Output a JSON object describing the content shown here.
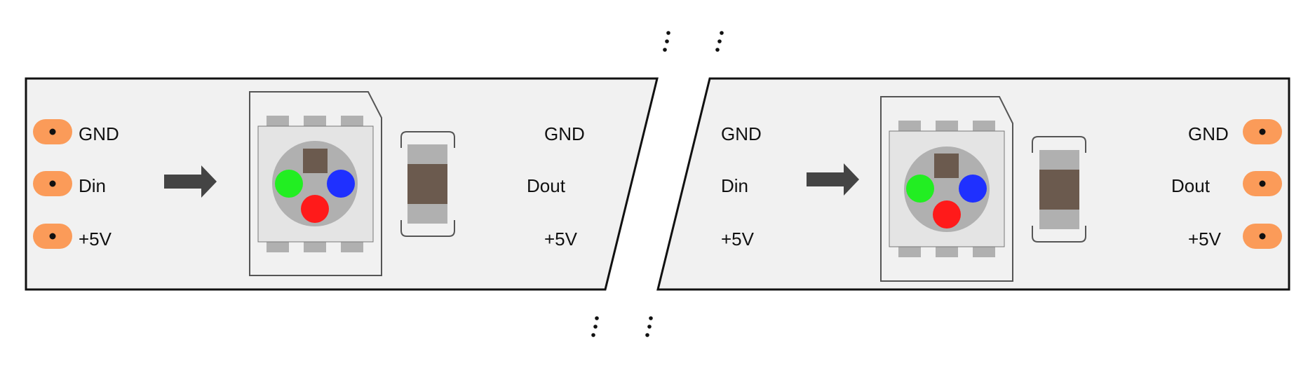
{
  "colors": {
    "strip_fill": "#f1f1f1",
    "strip_stroke": "#111111",
    "pad": "#fb9b59",
    "pad_dot": "#111111",
    "arrow": "#444444",
    "chip_outline": "#555555",
    "chip_body": "#e4e4e4",
    "chip_pin": "#b0b0b0",
    "led_circle": "#b0b0b0",
    "led_square": "#6b5a4e",
    "led_green": "#22ee22",
    "led_blue": "#1f30ff",
    "led_red": "#ff1a1a",
    "resistor_body": "#6b5a4e",
    "resistor_cap": "#b0b0b0"
  },
  "segments": [
    {
      "left_labels": [
        "GND",
        "Din",
        "+5V"
      ],
      "right_labels": [
        "GND",
        "Dout",
        "+5V"
      ],
      "pads_side": "left"
    },
    {
      "left_labels": [
        "GND",
        "Din",
        "+5V"
      ],
      "right_labels": [
        "GND",
        "Dout",
        "+5V"
      ],
      "pads_side": "right"
    }
  ],
  "continuation_mark": "⋮",
  "icons": [
    "solder-pad-icon",
    "data-direction-arrow-icon",
    "rgb-led-chip-icon",
    "smd-resistor-icon",
    "cut-mark-icon"
  ]
}
